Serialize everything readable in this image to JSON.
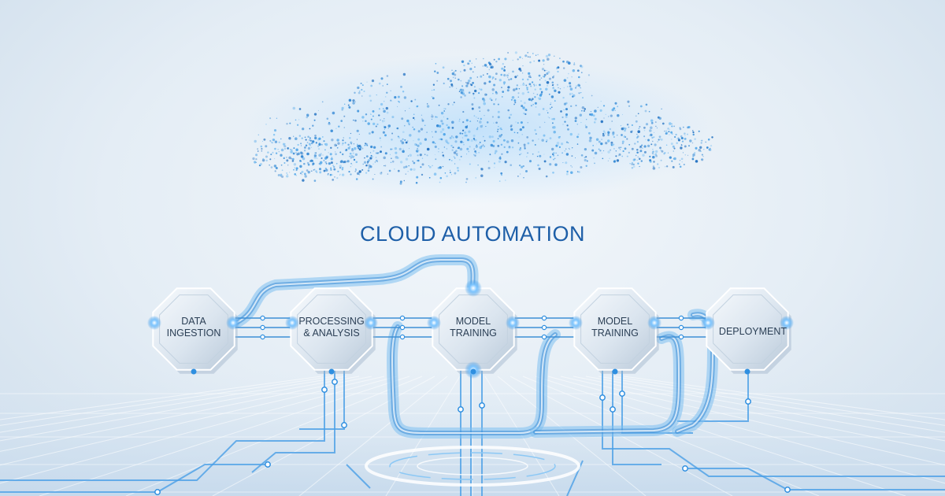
{
  "title": "CLOUD AUTOMATION",
  "nodes": [
    {
      "line1": "DATA",
      "line2": "INGESTION"
    },
    {
      "line1": "PROCESSING",
      "line2": "& ANALYSIS"
    },
    {
      "line1": "MODEL",
      "line2": "TRAINING"
    },
    {
      "line1": "MODEL",
      "line2": "TRAINING"
    },
    {
      "line1": "DEPLOYMENT",
      "line2": ""
    }
  ],
  "colors": {
    "title": "#1e5fa8",
    "accent": "#2f8fe0",
    "cloud": "#3a8fd8",
    "node_label": "#2b3f55"
  }
}
